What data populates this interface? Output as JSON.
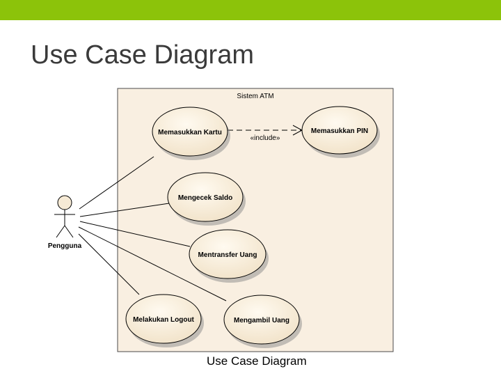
{
  "slide": {
    "title": "Use Case Diagram",
    "caption": "Use Case Diagram"
  },
  "diagram": {
    "system_name": "Sistem ATM",
    "actor": "Pengguna",
    "use_cases": {
      "memasukkan_kartu": "Memasukkan Kartu",
      "memasukkan_pin": "Memasukkan PIN",
      "mengecek_saldo": "Mengecek Saldo",
      "mentransfer_uang": "Mentransfer Uang",
      "melakukan_logout": "Melakukan Logout",
      "mengambil_uang": "Mengambil Uang"
    },
    "include_label": "«include»"
  },
  "colors": {
    "accent_bar": "#8cc30a",
    "system_fill": "#f9efe1",
    "usecase_fill": "#f6ead5",
    "actor_fill": "#f6ead5"
  }
}
